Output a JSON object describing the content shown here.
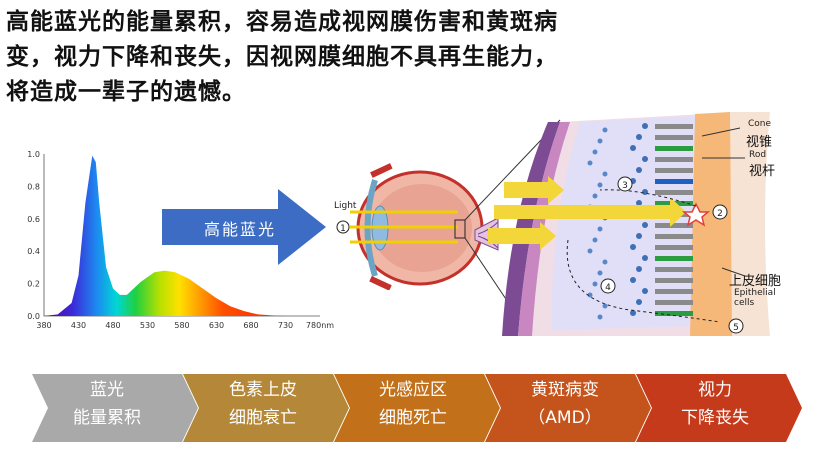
{
  "headline": {
    "lines": [
      "高能蓝光的能量累积，容易造成视网膜伤害和黄斑病",
      "变，视力下降和丧失，因视网膜细胞不具再生能力，",
      "将造成一辈子的遗憾。"
    ]
  },
  "chart_data": {
    "type": "area",
    "xlabel": "",
    "ylabel": "",
    "x_ticks": [
      "380",
      "430",
      "480",
      "530",
      "580",
      "630",
      "680",
      "730",
      "780nm"
    ],
    "y_ticks": [
      "0.0",
      "0.2",
      "0.4",
      "0.6",
      "0.8",
      "1.0"
    ],
    "xlim": [
      380,
      780
    ],
    "ylim": [
      0,
      1.0
    ],
    "series": [
      {
        "x": [
          380,
          400,
          420,
          430,
          440,
          450,
          455,
          460,
          470,
          480,
          490,
          500,
          520,
          540,
          555,
          570,
          590,
          610,
          630,
          650,
          670,
          690,
          710,
          730
        ],
        "y": [
          0,
          0.01,
          0.08,
          0.25,
          0.7,
          0.99,
          0.95,
          0.7,
          0.3,
          0.17,
          0.13,
          0.13,
          0.21,
          0.27,
          0.28,
          0.27,
          0.23,
          0.17,
          0.11,
          0.06,
          0.03,
          0.01,
          0.004,
          0
        ]
      }
    ]
  },
  "arrow": {
    "label": "高能蓝光"
  },
  "eye": {
    "light_label": "Light",
    "marker": "①"
  },
  "retina": {
    "cone_en": "Cone",
    "cone_cn": "视锥",
    "rod_en": "Rod",
    "rod_cn": "视杆",
    "epi_cn": "上皮细胞",
    "epi_en_1": "Epithelial",
    "epi_en_2": "cells",
    "markers": [
      "②",
      "③",
      "④",
      "⑤"
    ]
  },
  "steps": [
    {
      "line1": "蓝光",
      "line2": "能量累积",
      "color": "#a9a9a9"
    },
    {
      "line1": "色素上皮",
      "line2": "细胞衰亡",
      "color": "#b48838"
    },
    {
      "line1": "光感应区",
      "line2": "细胞死亡",
      "color": "#c2701a"
    },
    {
      "line1": "黄斑病变",
      "line2": "（AMD）",
      "color": "#c4541c"
    },
    {
      "line1": "视力",
      "line2": "下降丧失",
      "color": "#c63a1c"
    }
  ]
}
